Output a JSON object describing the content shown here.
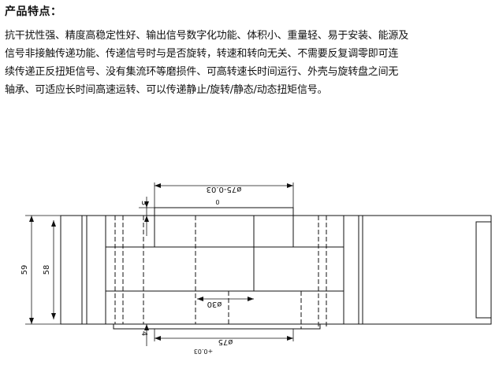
{
  "heading": "产品特点：",
  "description_lines": [
    "抗干扰性强、精度高稳定性好、输出信号数字化功能、体积小、重量轻、易于安装、能源及",
    "信号非接触传递功能、传递信号时与是否旋转，转速和转向无关、不需要反复调零即可连",
    "续传递正反扭矩信号、没有集流环等磨损件、可高转速长时间运行、外壳与旋转盘之间无",
    "轴承、可适应长时间高速运转、可以传递静止/旋转/静态/动态扭矩信号。"
  ],
  "drawing": {
    "dim_top_diameter": "ø75-0.03",
    "dim_top_tol": "0",
    "dim_top_step": "3",
    "dim_height_outer": "59",
    "dim_height_inner": "58",
    "dim_bore": "ø30",
    "dim_bottom_step": "4",
    "dim_bottom_diameter": "ø75",
    "dim_bottom_tol": "+0.03"
  },
  "colors": {
    "line": "#111111",
    "text": "#111111",
    "background": "#ffffff"
  }
}
